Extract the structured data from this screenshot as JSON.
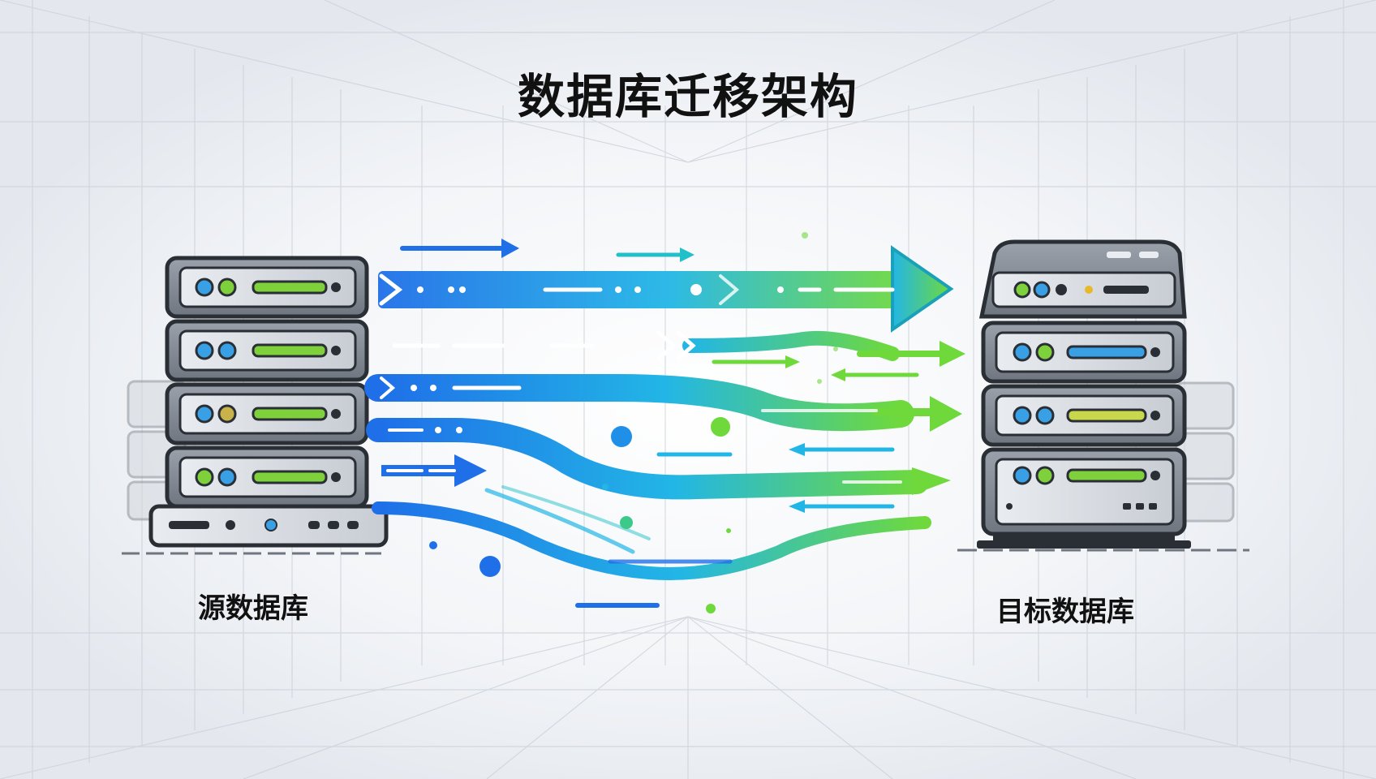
{
  "diagram": {
    "title": "数据库迁移架构",
    "source_label": "源数据库",
    "target_label": "目标数据库"
  },
  "colors": {
    "blue": "#1f6fe8",
    "cyan": "#22b6e6",
    "green": "#6fd93c",
    "server_body": "#8a9099",
    "server_outline": "#2a2e35"
  }
}
